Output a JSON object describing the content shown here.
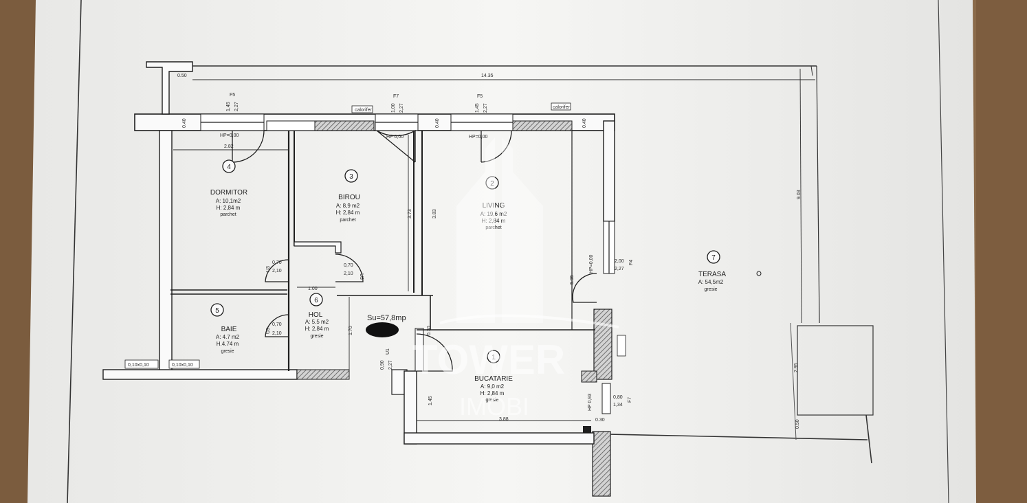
{
  "colors": {
    "table_wood": "#8a6a4a",
    "paper": "#f1f1ef",
    "ink": "#1e1e1e",
    "wall_hatch": "#b8b8b8"
  },
  "rooms": [
    {
      "num": "1",
      "name": "BUCATARIE",
      "area": "A: 9,0 m2",
      "height": "H: 2,84 m",
      "floor": "gresie"
    },
    {
      "num": "2",
      "name": "LIVING",
      "area": "A: 19,6 m2",
      "height": "H: 2,84 m",
      "floor": "parchet"
    },
    {
      "num": "3",
      "name": "BIROU",
      "area": "A: 8,9 m2",
      "height": "H: 2,84 m",
      "floor": "parchet"
    },
    {
      "num": "4",
      "name": "DORMITOR",
      "area": "A: 10,1m2",
      "height": "H: 2,84 m",
      "floor": "parchet"
    },
    {
      "num": "5",
      "name": "BAIE",
      "area": "A: 4.7 m2",
      "height": "H.4.74 m",
      "floor": "gresie"
    },
    {
      "num": "6",
      "name": "HOL",
      "area": "A: 5.5 m2",
      "height": "H: 2,84 m",
      "floor": "gresie"
    },
    {
      "num": "7",
      "name": "TERASA",
      "area": "A: 54,5m2",
      "height": "",
      "floor": "gresie"
    }
  ],
  "total_area": "Su=57,8mp",
  "windows": {
    "f5_left": {
      "code": "F5",
      "w": "1,45",
      "h": "2,27",
      "hp": "HP=0,00"
    },
    "f7_top": {
      "code": "F7",
      "w": "1,00",
      "h": "2,27",
      "hp": "HP 0,00"
    },
    "f5_mid": {
      "code": "F5",
      "w": "1,45",
      "h": "2,27",
      "hp": "HP=0,00"
    },
    "f4": {
      "code": "F4",
      "w": "2,00",
      "h": "2,27",
      "hp": "HP=0,00"
    },
    "f7_kitchen": {
      "code": "F7",
      "w": "0,80",
      "h": "1,34",
      "hp": "HP 0,93"
    }
  },
  "doors": {
    "dormitor": {
      "code": "U3",
      "w": "0,70",
      "h": "2,10"
    },
    "birou": {
      "code": "U3",
      "w": "0,70",
      "h": "2,10"
    },
    "baie": {
      "code": "U3",
      "w": "0,70",
      "h": "2,10"
    },
    "entry": {
      "code": "U1",
      "w": "0,90",
      "h": "2,27"
    }
  },
  "dimensions": {
    "overall_width": "14.35",
    "top_offset": "0.50",
    "wall_left": "0.40",
    "wall_mid": "0.40",
    "wall_right": "0.40",
    "dormitor_width": "2.82",
    "birou_depth": "3.73",
    "living_depth_a": "3.83",
    "living_depth_b": "5.95",
    "hol_width": "1.00",
    "hol_depth": "1.70",
    "kitchen_width": "3.88",
    "kitchen_depth": "1.45",
    "terrace_depth": "9.03",
    "terrace_lower": "2.95",
    "terrace_bottom": "0.50",
    "small_a": "0.30",
    "small_b": "0.30"
  },
  "tags": {
    "calorifer": "calorifer",
    "small_label_a": "0,10x0,10",
    "small_label_b": "0,10x0,10"
  },
  "watermark": {
    "brand": "TOWER",
    "sub": "IMOBI"
  }
}
